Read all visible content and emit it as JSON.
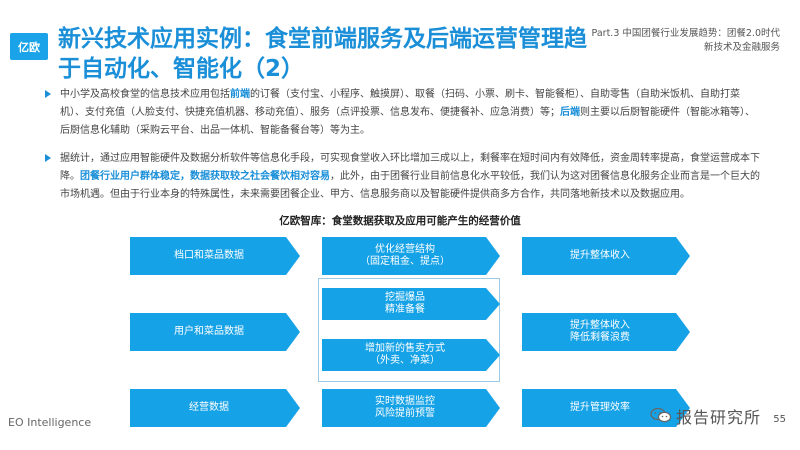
{
  "logo": {
    "text": "亿欧"
  },
  "header": {
    "title": "新兴技术应用实例：食堂前端服务及后端运营管理趋于自动化、智能化（2）",
    "part_line1": "Part.3 中国团餐行业发展趋势：团餐2.0时代",
    "part_line2": "新技术及金融服务"
  },
  "body": {
    "para1": {
      "t1": "中小学及高校食堂的信息技术应用包括",
      "h1": "前端",
      "t2": "的订餐（支付宝、小程序、触摸屏）、取餐（扫码、小票、刷卡、智能餐柜）、自助零售（自助米饭机、自助打菜机）、支付充值（人脸支付、快捷充值机器、移动充值）、服务（点评投票、信息发布、便捷餐补、应急消费）等；",
      "h2": "后端",
      "t3": "则主要以后厨智能硬件（智能冰箱等）、后厨信息化辅助（采购云平台、出品一体机、智能备餐台等）等为主。"
    },
    "para2": {
      "t1": "据统计，通过应用智能硬件及数据分析软件等信息化手段，可实现食堂收入环比增加三成以上，剩餐率在短时间内有效降低，资金周转率提高，食堂运营成本下降。",
      "h1": "团餐行业用户群体稳定，数据获取较之社会餐饮相对容易",
      "t2": "，此外，由于团餐行业目前信息化水平较低，我们认为这对团餐信息化服务企业而言是一个巨大的市场机遇。但由于行业本身的特殊属性，未来需要团餐企业、甲方、信息服务商以及智能硬件提供商多方合作，共同落地新技术以及数据应用。"
    }
  },
  "diagram": {
    "title": "亿欧智库：食堂数据获取及应用可能产生的经营价值",
    "left": [
      "档口和菜品数据",
      "用户和菜品数据",
      "经营数据"
    ],
    "middle": [
      {
        "l1": "优化经营结构",
        "l2": "（固定租金、提点）"
      },
      {
        "l1": "挖掘爆品",
        "l2": "精准备餐"
      },
      {
        "l1": "增加新的售卖方式",
        "l2": "（外卖、净菜）"
      },
      {
        "l1": "实时数据监控",
        "l2": "风险提前预警"
      }
    ],
    "right": [
      {
        "l1": "提升整体收入",
        "l2": ""
      },
      {
        "l1": "提升整体收入",
        "l2": "降低剩餐浪费"
      },
      {
        "l1": "提升管理效率",
        "l2": ""
      }
    ]
  },
  "footer": {
    "brand": "EO Intelligence",
    "watermark": "报告研究所",
    "page": "55"
  },
  "colors": {
    "accent": "#1a8fd8",
    "arrow": "#16a2e6"
  }
}
